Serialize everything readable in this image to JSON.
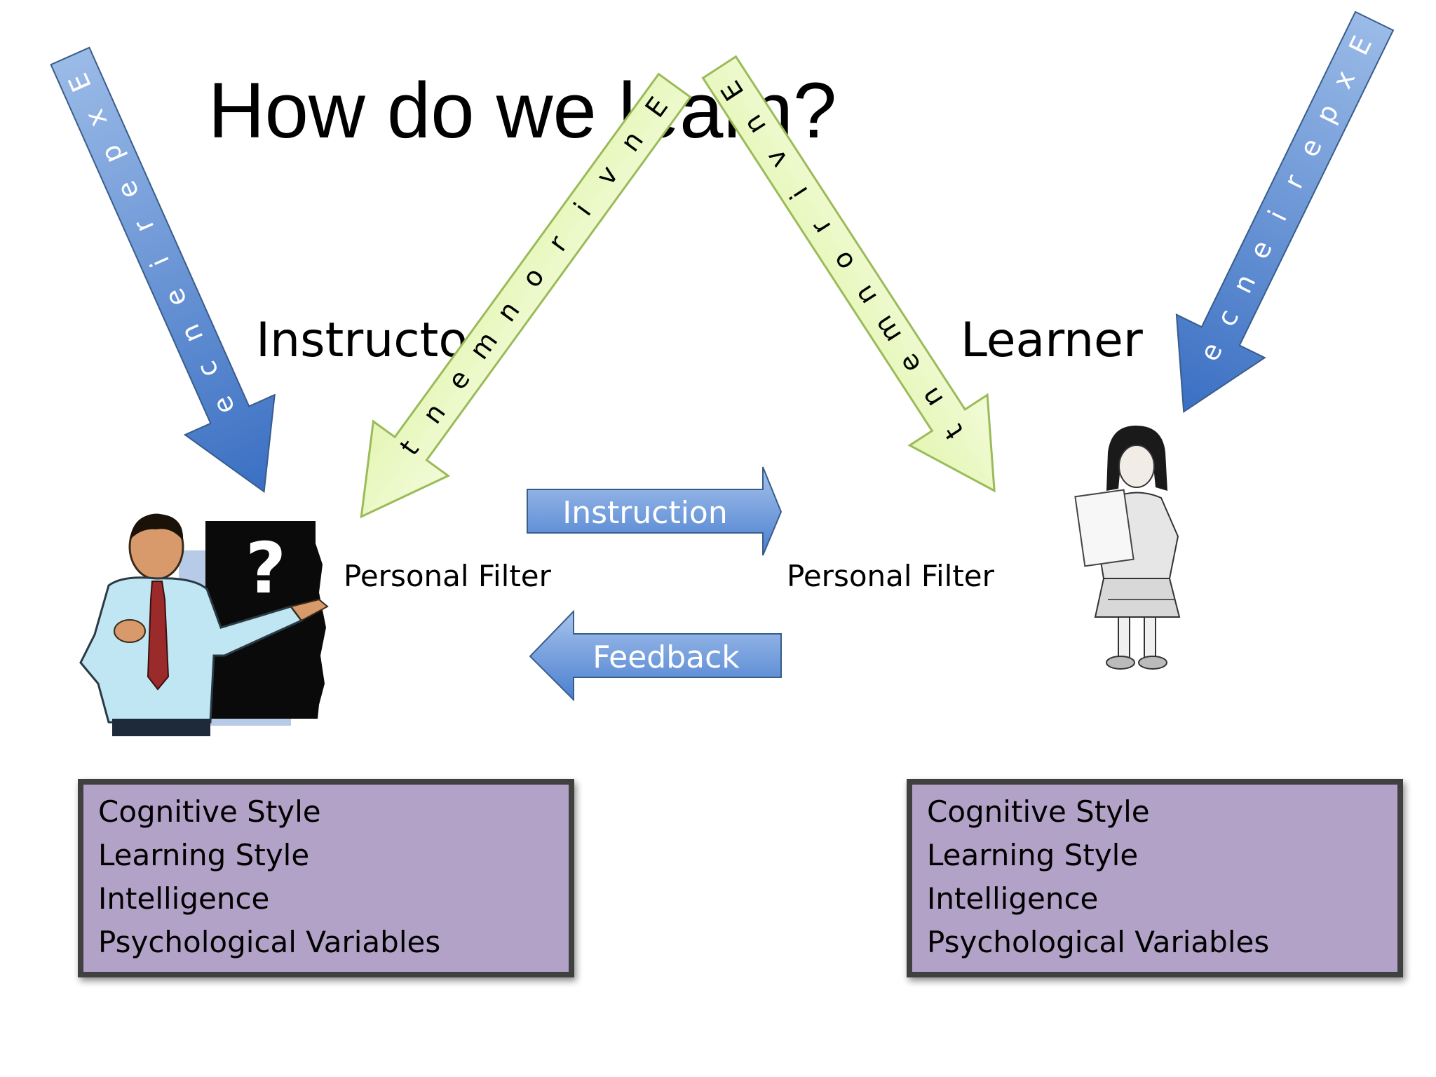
{
  "slide": {
    "title": "How do we learn?",
    "roles": {
      "instructor": "Instructor",
      "learner": "Learner"
    },
    "filters": {
      "instructor": "Personal Filter",
      "learner": "Personal Filter"
    },
    "flows": {
      "instruction": "Instruction",
      "feedback": "Feedback"
    },
    "environment_letters": [
      "E",
      "n",
      "v",
      "i",
      "r",
      "o",
      "n",
      "m",
      "e",
      "n",
      "t"
    ],
    "experience_letters": [
      "E",
      "x",
      "p",
      "e",
      "r",
      "i",
      "e",
      "n",
      "c",
      "e"
    ],
    "traits_instructor": [
      "Cognitive Style",
      "Learning Style",
      "Intelligence",
      "Psychological Variables"
    ],
    "traits_learner": [
      "Cognitive Style",
      "Learning Style",
      "Intelligence",
      "Psychological Variables"
    ],
    "figure_marks": {
      "question": "?"
    }
  },
  "colors": {
    "blue_arrow": "#4f81bd",
    "green_arrow": "#ebf8c6",
    "green_outline": "#9bbb59",
    "trait_box": "#b3a2c7",
    "trait_border": "#404040"
  },
  "icons": {
    "instructor": "teacher-at-blackboard-icon",
    "learner": "girl-holding-paper-icon"
  }
}
